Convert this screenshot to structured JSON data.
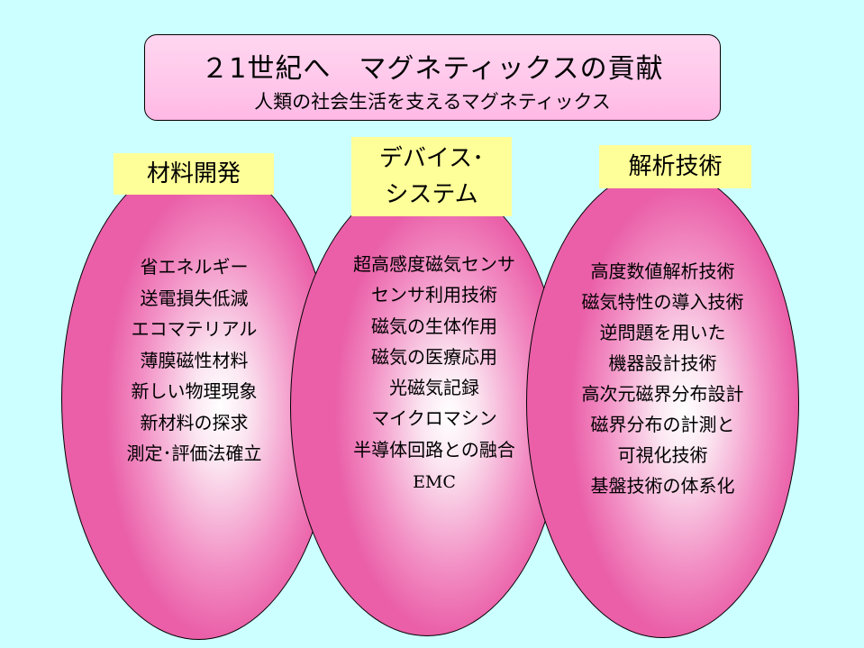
{
  "title": {
    "main": "２1世紀へ　マグネティックスの貢献",
    "sub": "人類の社会生活を支えるマグネティックス"
  },
  "columns": [
    {
      "label": [
        "材料開発"
      ],
      "items": [
        "省エネルギー",
        "送電損失低減",
        "エコマテリアル",
        "薄膜磁性材料",
        "新しい物理現象",
        "新材料の探求",
        "測定･評価法確立"
      ]
    },
    {
      "label": [
        "デバイス･",
        "システム"
      ],
      "items": [
        "超高感度磁気センサ",
        "センサ利用技術",
        "磁気の生体作用",
        "磁気の医療応用",
        "光磁気記録",
        "マイクロマシン",
        "半導体回路との融合",
        "EMC"
      ]
    },
    {
      "label": [
        "解析技術"
      ],
      "items": [
        "高度数値解析技術",
        "磁気特性の導入技術",
        "逆問題を用いた",
        "機器設計技術",
        "高次元磁界分布設計",
        "磁界分布の計測と",
        "可視化技術",
        "基盤技術の体系化"
      ]
    }
  ],
  "colors": {
    "background": "#ccffff",
    "title_fill": "#ffc6ea",
    "label_fill": "#ffff99",
    "oval_edge": "#ea5fa8"
  }
}
